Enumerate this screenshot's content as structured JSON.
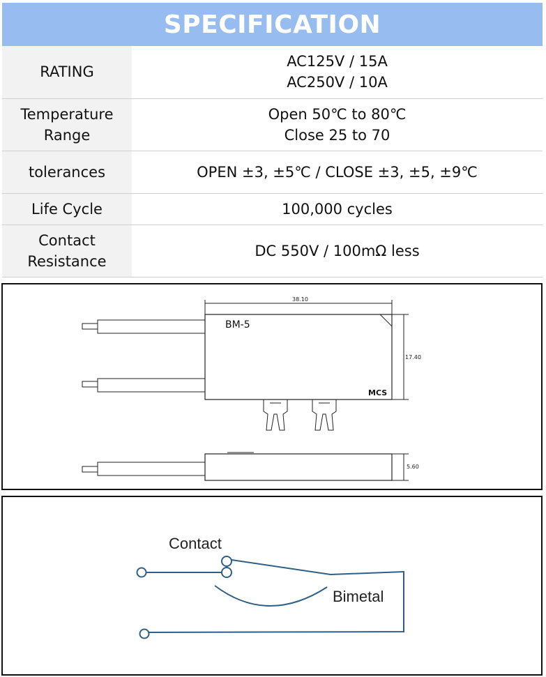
{
  "title": "SPECIFICATION",
  "spec_rows": [
    {
      "label": [
        "RATING"
      ],
      "value": [
        "AC125V / 15A",
        "AC250V / 10A"
      ]
    },
    {
      "label": [
        "Temperature",
        "Range"
      ],
      "value": [
        "Open 50℃ to 80℃",
        "Close 25 to 70"
      ]
    },
    {
      "label": [
        "tolerances"
      ],
      "value": [
        "OPEN ±3, ±5℃ / CLOSE ±3, ±5, ±9℃"
      ]
    },
    {
      "label": [
        "Life Cycle"
      ],
      "value": [
        "100,000 cycles"
      ]
    },
    {
      "label": [
        "Contact",
        "Resistance"
      ],
      "value": [
        "DC 550V / 100mΩ less"
      ]
    }
  ],
  "drawing": {
    "dim_width": "38.10",
    "dim_height": "17.40",
    "dim_thickness": "5.60",
    "model_mark": "BM-5",
    "brand_mark": "MCS"
  },
  "schematic": {
    "contact_label": "Contact",
    "bimetal_label": "Bimetal",
    "line_color": "#2f5f86"
  }
}
